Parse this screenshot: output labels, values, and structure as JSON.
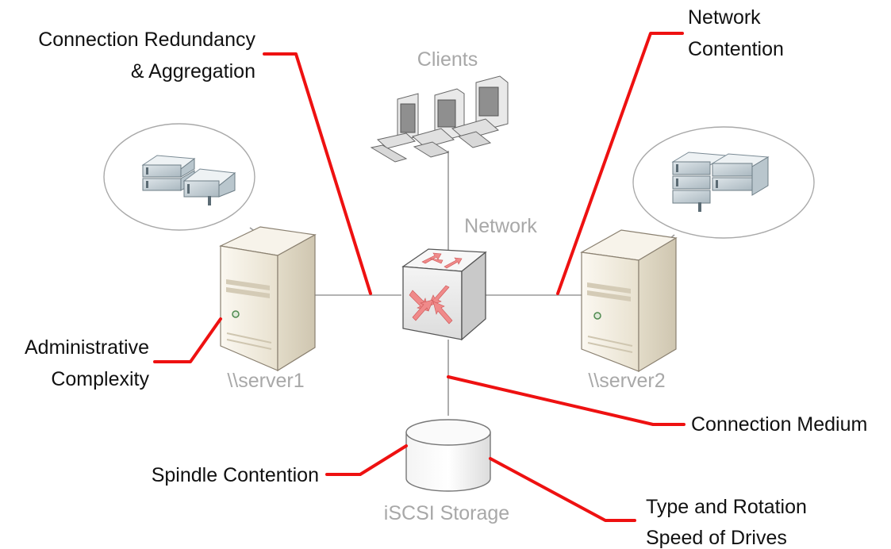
{
  "callouts": {
    "connection_redundancy_line1": "Connection Redundancy",
    "connection_redundancy_line2": "& Aggregation",
    "network_contention_line1": "Network",
    "network_contention_line2": "Contention",
    "administrative_line1": "Administrative",
    "administrative_line2": "Complexity",
    "connection_medium": "Connection Medium",
    "spindle_contention": "Spindle Contention",
    "drive_speed_line1": "Type and Rotation",
    "drive_speed_line2": "Speed of Drives"
  },
  "nodes": {
    "clients": "Clients",
    "network": "Network",
    "server1": "\\\\server1",
    "server2": "\\\\server2",
    "storage": "iSCSI Storage"
  },
  "colors": {
    "callout_line": "#ee1111",
    "node_label": "#a8a8a8",
    "callout_text": "#111111",
    "connection_line": "#9a9a9a",
    "server_body": "#f1ece0",
    "switch_arrows": "#f08a8a"
  },
  "icons": {
    "clients": "desktop-computers-icon",
    "network": "network-switch-icon",
    "servers": "tower-server-icon",
    "storage": "disk-storage-icon",
    "racks": "rack-server-icon"
  }
}
